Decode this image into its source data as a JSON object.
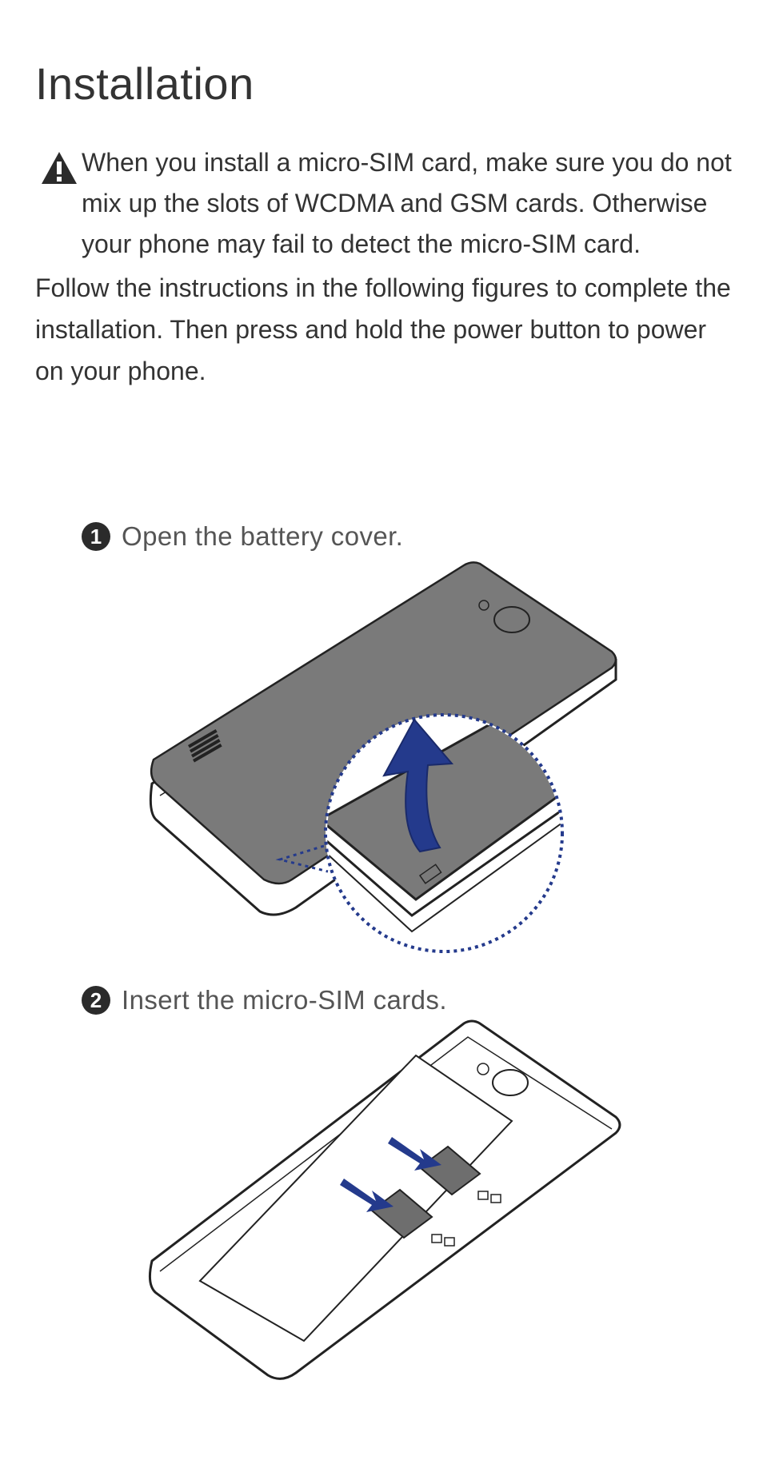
{
  "page": {
    "title": "Installation"
  },
  "warning": {
    "icon": "warning-triangle-icon",
    "text": "When you install a micro-SIM card, make sure you do not mix up the slots of WCDMA and GSM cards. Otherwise your phone may fail to detect the micro-SIM card."
  },
  "intro": {
    "text": "Follow the instructions in the following figures to complete the installation. Then press and hold the power button to power on your phone."
  },
  "steps": [
    {
      "number": "1",
      "text": "Open the battery cover."
    },
    {
      "number": "2",
      "text": "Insert the micro-SIM cards."
    }
  ],
  "colors": {
    "arrow": "#243a8c",
    "cover": "#7a7a7a",
    "text": "#333333"
  }
}
